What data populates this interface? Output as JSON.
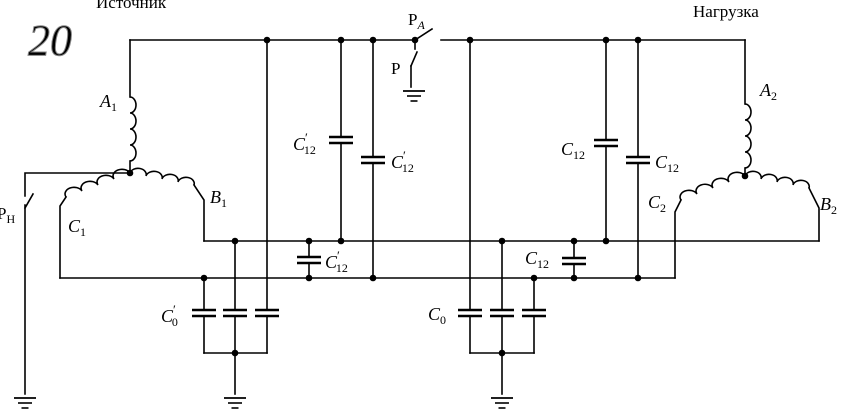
{
  "title_left": "Источник",
  "title_right": "Нагрузка",
  "handwritten_mark": "20",
  "labels": {
    "A1": "A",
    "A1_sub": "1",
    "B1": "B",
    "B1_sub": "1",
    "C1": "C",
    "C1_sub": "1",
    "A2": "A",
    "A2_sub": "2",
    "B2": "B",
    "B2_sub": "2",
    "C2": "C",
    "C2_sub": "2",
    "PA": "Р",
    "PA_sub": "A",
    "P": "Р",
    "PH": "Р",
    "PH_sub": "Н",
    "C12p": "C",
    "C12p_sup": "′",
    "C12p_sub": "12",
    "C12": "C",
    "C12_sub": "12",
    "C0p": "C",
    "C0p_sup": "′",
    "C0p_sub": "0",
    "C0": "C",
    "C0_sub": "0"
  }
}
